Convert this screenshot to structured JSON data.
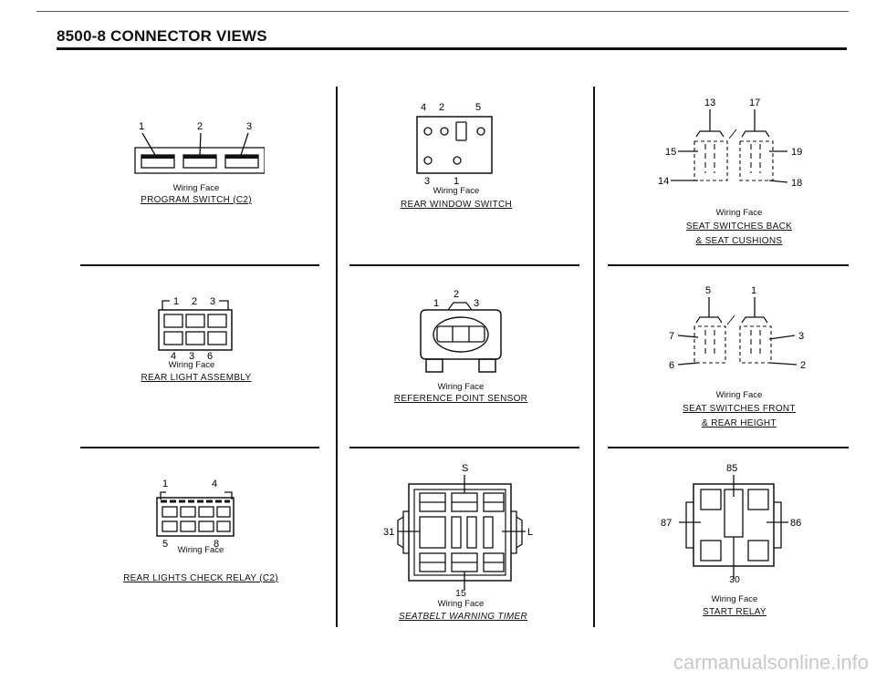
{
  "header": {
    "title": "8500-8   CONNECTOR VIEWS"
  },
  "watermark": "carmanualsonline.info",
  "common": {
    "wiring_face": "Wiring Face"
  },
  "connectors": {
    "program_switch": {
      "name": "PROGRAM SWITCH (C2)",
      "pins": [
        "1",
        "2",
        "3"
      ]
    },
    "rear_window_switch": {
      "name": "REAR WINDOW SWITCH",
      "pins_top": [
        "4",
        "2",
        "5"
      ],
      "pins_bottom": [
        "3",
        "1"
      ]
    },
    "seat_switches_back": {
      "name_line1": "SEAT SWITCHES BACK",
      "name_line2": "& SEAT CUSHIONS",
      "pins": [
        "13",
        "17",
        "15",
        "19",
        "14",
        "18"
      ]
    },
    "rear_light_assembly": {
      "name": "REAR LIGHT ASSEMBLY",
      "pins_top": [
        "1",
        "2",
        "3"
      ],
      "pins_bottom": [
        "4",
        "3",
        "6"
      ]
    },
    "reference_point_sensor": {
      "name": "REFERENCE POINT SENSOR",
      "pins": [
        "1",
        "2",
        "3"
      ]
    },
    "seat_switches_front": {
      "name_line1": "SEAT SWITCHES FRONT",
      "name_line2": "& REAR HEIGHT",
      "pins": [
        "5",
        "1",
        "7",
        "3",
        "6",
        "2"
      ]
    },
    "rear_lights_check_relay": {
      "name": "REAR LIGHTS CHECK RELAY (C2)",
      "pins_top": [
        "1",
        "4"
      ],
      "pins_bottom": [
        "5",
        "8"
      ]
    },
    "seatbelt_warning_timer": {
      "name": "SEATBELT WARNING TIMER",
      "pins": [
        "S",
        "31",
        "L",
        "15"
      ]
    },
    "start_relay": {
      "name": "START RELAY",
      "pins": [
        "85",
        "87",
        "86",
        "30"
      ]
    }
  }
}
